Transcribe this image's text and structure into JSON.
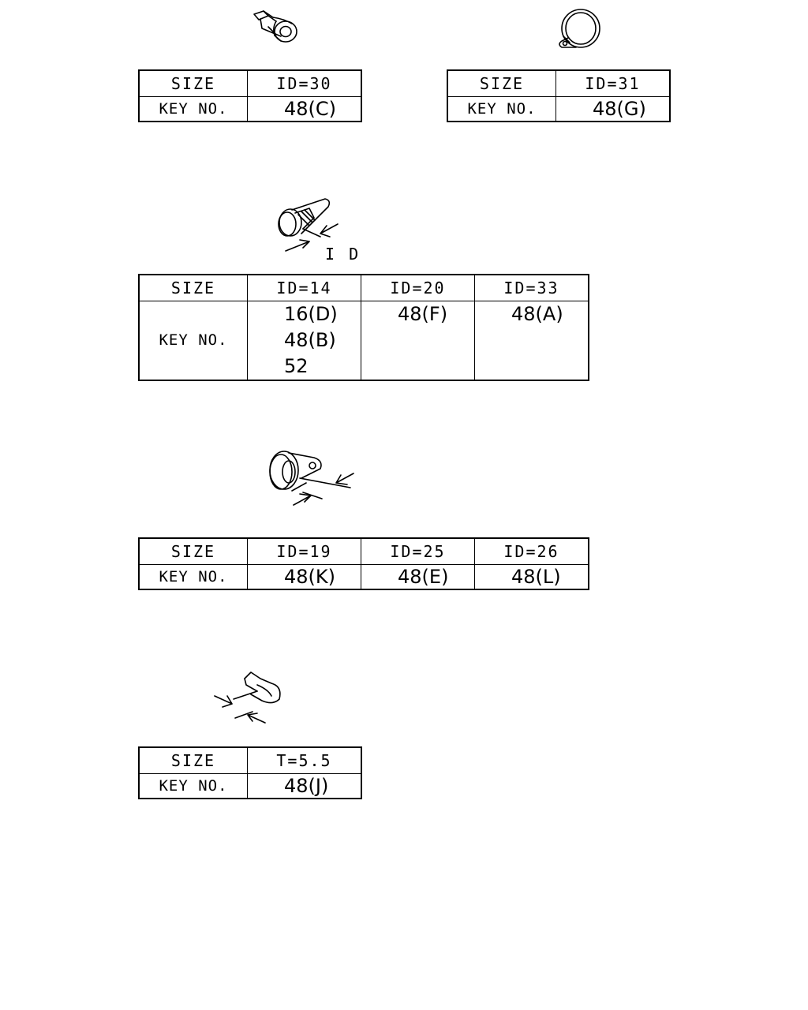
{
  "labels": {
    "id_dimension": "I D"
  },
  "tables": [
    {
      "size_label": "SIZE",
      "key_label": "KEY NO.",
      "sizes": [
        "ID=30"
      ],
      "keys": [
        "48(C)"
      ]
    },
    {
      "size_label": "SIZE",
      "key_label": "KEY NO.",
      "sizes": [
        "ID=31"
      ],
      "keys": [
        "48(G)"
      ]
    },
    {
      "size_label": "SIZE",
      "key_label": "KEY NO.",
      "sizes": [
        "ID=14",
        "ID=20",
        "ID=33"
      ],
      "keys": [
        [
          "16(D)",
          "48(B)",
          "52"
        ],
        [
          "48(F)"
        ],
        [
          "48(A)"
        ]
      ]
    },
    {
      "size_label": "SIZE",
      "key_label": "KEY NO.",
      "sizes": [
        "ID=19",
        "ID=25",
        "ID=26"
      ],
      "keys": [
        "48(K)",
        "48(E)",
        "48(L)"
      ]
    },
    {
      "size_label": "SIZE",
      "key_label": "KEY NO.",
      "sizes": [
        "T=5.5"
      ],
      "keys": [
        "48(J)"
      ]
    }
  ],
  "icons": [
    "clip-id30-icon",
    "clamp-id31-icon",
    "band-clamp-icon",
    "cable-clamp-icon",
    "flat-clip-icon"
  ]
}
